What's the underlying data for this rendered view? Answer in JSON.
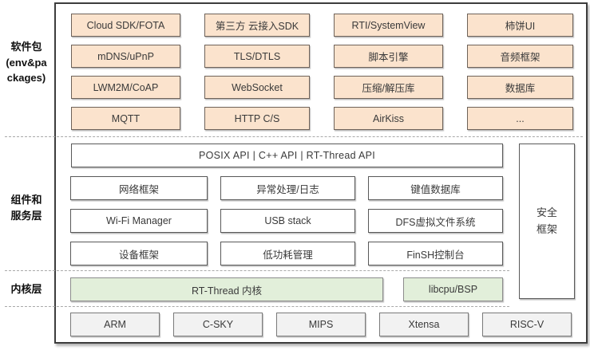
{
  "colors": {
    "peach": "#fbe3cd",
    "green": "#e2efda",
    "gray": "#f2f2f2",
    "outer_border": "#3d3d3d"
  },
  "packages": {
    "label_line1": "软件包",
    "label_line2": "(env&pa",
    "label_line3": "ckages)",
    "rows": [
      [
        "Cloud SDK/FOTA",
        "第三方 云接入SDK",
        "RTI/SystemView",
        "柿饼UI"
      ],
      [
        "mDNS/uPnP",
        "TLS/DTLS",
        "脚本引擎",
        "音频框架"
      ],
      [
        "LWM2M/CoAP",
        "WebSocket",
        "压缩/解压库",
        "数据库"
      ],
      [
        "MQTT",
        "HTTP C/S",
        "AirKiss",
        "..."
      ]
    ]
  },
  "components": {
    "label_line1": "组件和",
    "label_line2": "服务层",
    "api_bar": "POSIX API  |  C++ API  |  RT-Thread API",
    "rows": [
      [
        "网络框架",
        "异常处理/日志",
        "键值数据库"
      ],
      [
        "Wi-Fi Manager",
        "USB stack",
        "DFS虚拟文件系统"
      ],
      [
        "设备框架",
        "低功耗管理",
        "FinSH控制台"
      ]
    ],
    "security_line1": "安全",
    "security_line2": "框架"
  },
  "kernel": {
    "label": "内核层",
    "kernel_box": "RT-Thread 内核",
    "libcpu_box": "libcpu/BSP"
  },
  "arch": [
    "ARM",
    "C-SKY",
    "MIPS",
    "Xtensa",
    "RISC-V"
  ]
}
